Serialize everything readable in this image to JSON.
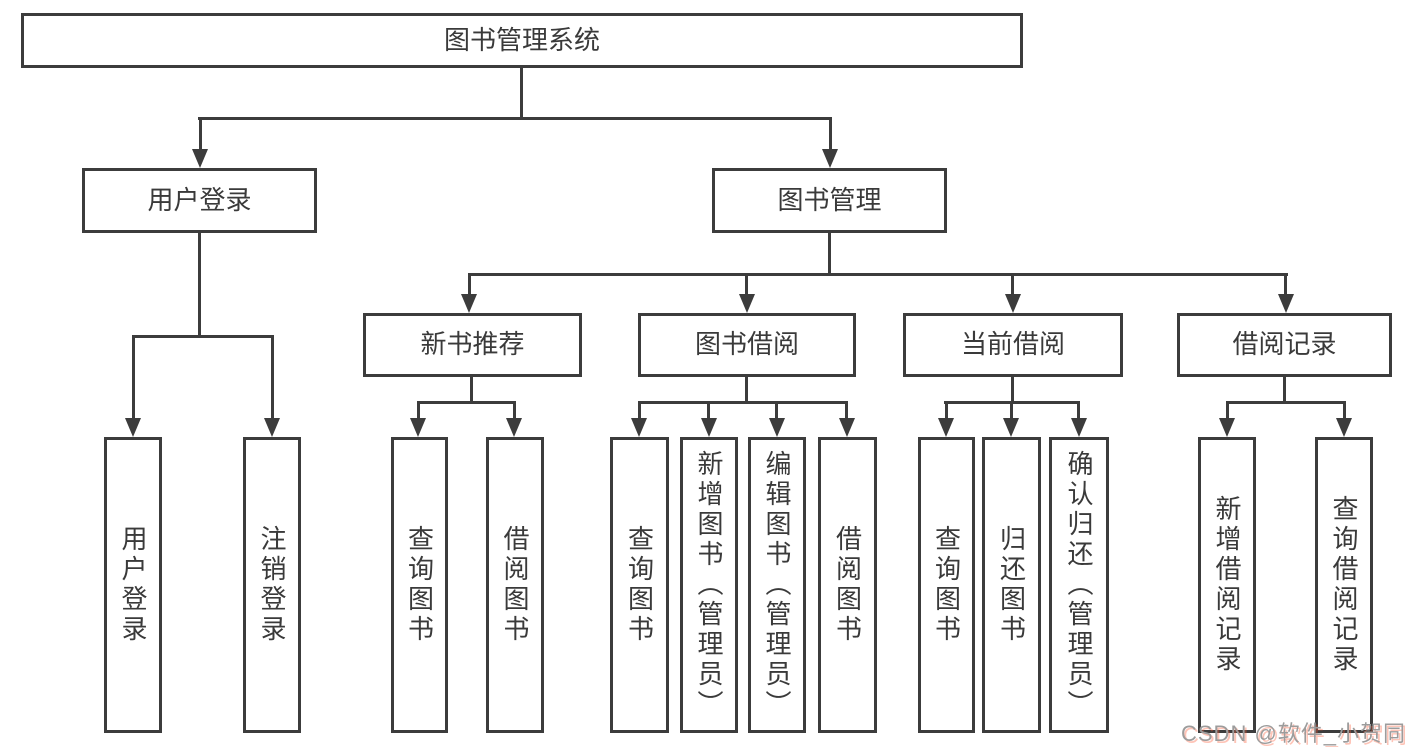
{
  "diagram": {
    "root": {
      "label": "图书管理系统"
    },
    "level2": [
      {
        "label": "用户登录"
      },
      {
        "label": "图书管理"
      }
    ],
    "level3": [
      {
        "label": "新书推荐"
      },
      {
        "label": "图书借阅"
      },
      {
        "label": "当前借阅"
      },
      {
        "label": "借阅记录"
      }
    ],
    "leaves": [
      {
        "label": "用户登录"
      },
      {
        "label": "注销登录"
      },
      {
        "label": "查询图书"
      },
      {
        "label": "借阅图书"
      },
      {
        "label": "查询图书"
      },
      {
        "label": "新增图书（管理员）"
      },
      {
        "label": "编辑图书（管理员）"
      },
      {
        "label": "借阅图书"
      },
      {
        "label": "查询图书"
      },
      {
        "label": "归还图书"
      },
      {
        "label": "确认归还（管理员）"
      },
      {
        "label": "新增借阅记录"
      },
      {
        "label": "查询借阅记录"
      }
    ],
    "watermark": {
      "text": "CSDN @软件_小贺同学"
    },
    "colors": {
      "line": "#3c3c3c",
      "text": "#3a3a3a",
      "background": "#ffffff",
      "watermark": "#9c9c9c",
      "watermark_shadow": "#fc5531"
    }
  }
}
